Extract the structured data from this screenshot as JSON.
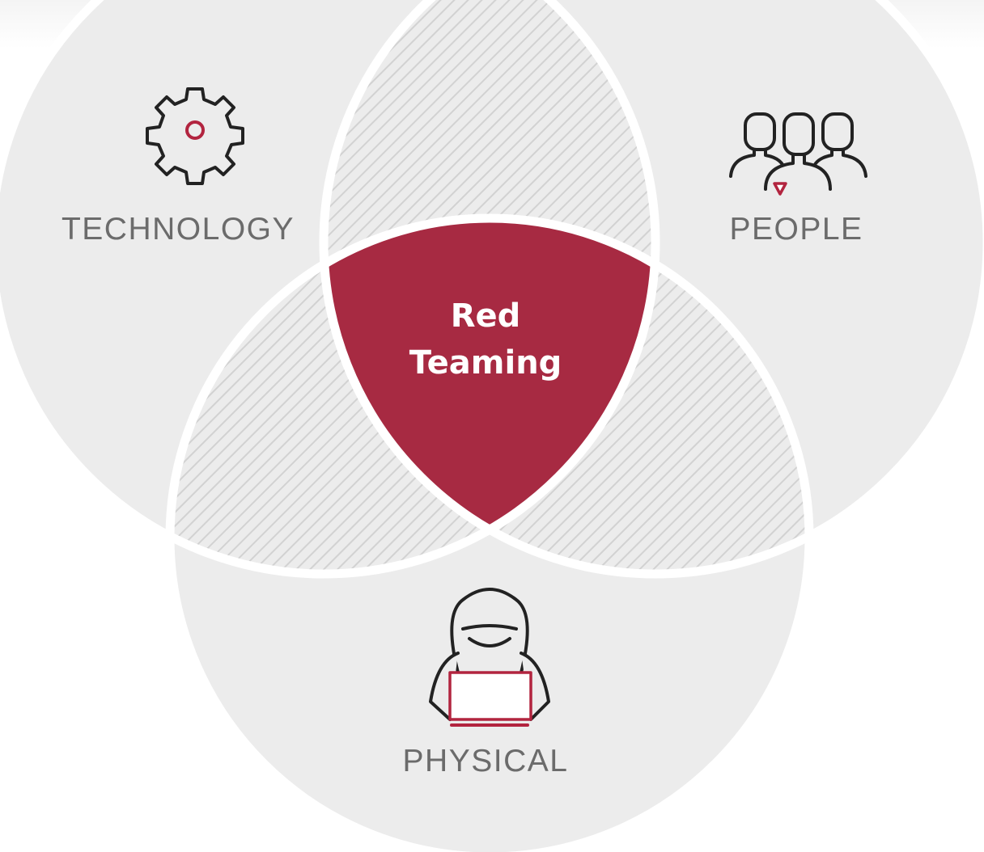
{
  "diagram": {
    "type": "venn",
    "center": {
      "line1": "Red",
      "line2": "Teaming"
    },
    "sets": [
      {
        "id": "technology",
        "label": "TECHNOLOGY",
        "icon": "gear-icon"
      },
      {
        "id": "people",
        "label": "PEOPLE",
        "icon": "people-group-icon"
      },
      {
        "id": "physical",
        "label": "PHYSICAL",
        "icon": "hooded-hacker-laptop-icon"
      }
    ],
    "colors": {
      "circle_fill": "#ececec",
      "border": "#ffffff",
      "hatch": "#d2d2d2",
      "center_fill": "#a72a42",
      "accent_red": "#b2243f",
      "label_gray": "#6b6b6b",
      "icon_stroke": "#222222"
    }
  }
}
